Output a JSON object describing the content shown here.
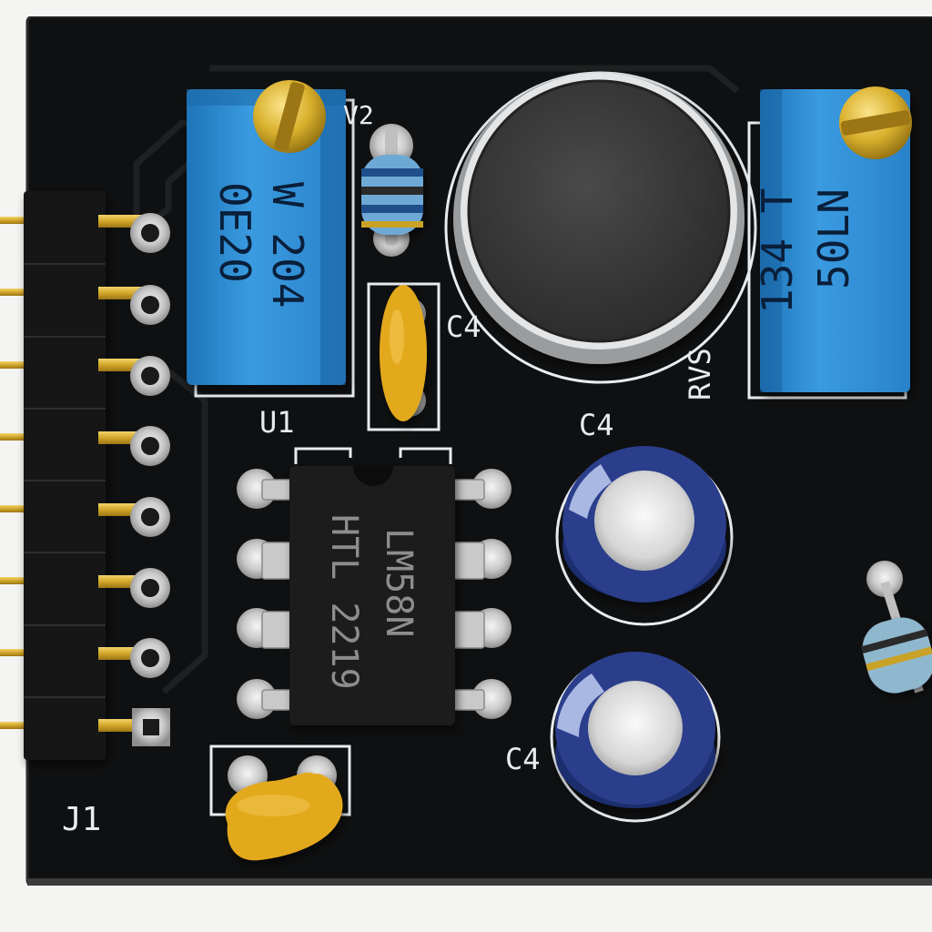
{
  "colors": {
    "board": "#111213",
    "silkscreen": "#e9ecef",
    "trimpot_body": "#2f8fd6",
    "gold": "#d8b23a",
    "electrolytic_blue": "#2a3e8c",
    "ceramic_yellow": "#e3a91d",
    "chip_black": "#1a1a1b",
    "mic_foam": "#3a3a3b"
  },
  "labels": {
    "header_ref": "J1",
    "ic_ref": "U1",
    "trimpot_left_ref": "V2",
    "trimpot_right_ref": "RVS",
    "cap_ref_a": "C4",
    "cap_ref_b": "C4",
    "cap_ref_c": "C4"
  },
  "ic": {
    "line1": "LM58N",
    "line2": "HTL 2219"
  },
  "trimpot_left": {
    "line1": "W 204",
    "line2": "0E20"
  },
  "trimpot_right": {
    "line1": "134 T",
    "line2": "50LN"
  },
  "icons": [
    "pin-header",
    "trimpot",
    "microphone",
    "electrolytic-capacitor",
    "ceramic-capacitor",
    "resistor",
    "dip8-chip"
  ]
}
